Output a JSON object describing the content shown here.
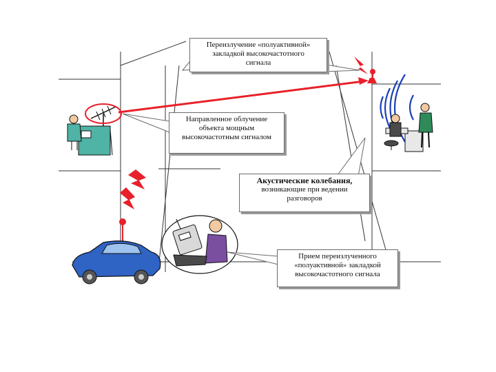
{
  "callouts": {
    "reradiation": {
      "lines": [
        "Переизлучение «полуактивной»",
        "закладкой высокочастотного",
        "сигнала"
      ]
    },
    "irradiation": {
      "lines": [
        "Направленное облучение",
        "объекта мощным",
        "высокочастотным сигналом"
      ]
    },
    "acoustic": {
      "lines": [
        "Акустические колебания,",
        "возникающие при ведении",
        "разговоров"
      ]
    },
    "reception": {
      "lines": [
        "Прием переизлученного",
        "«полуактивной» закладкой",
        "высокочастотного сигнала"
      ]
    }
  },
  "colors": {
    "beam": "#e8202a",
    "waves": "#1a3fb8",
    "car": "#2f63c4",
    "desk": "#4fb3a5",
    "outline": "#111111"
  },
  "icons": [
    "antenna-icon",
    "bug-icon",
    "lightning-icon",
    "car-icon",
    "radio-receiver-icon",
    "person-icon"
  ]
}
